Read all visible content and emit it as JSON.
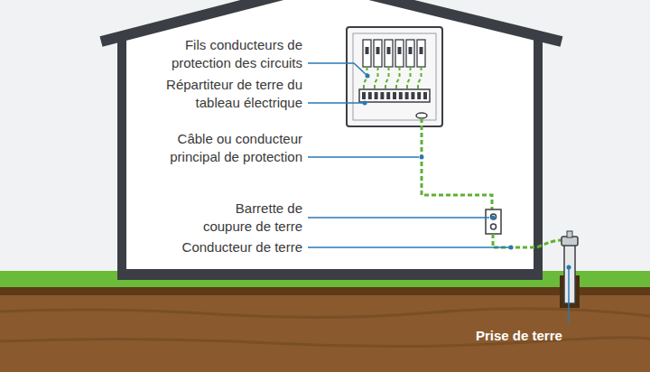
{
  "diagram": {
    "labels": [
      "Fils conducteurs de protection des circuits",
      "Répartiteur de terre du tableau électrique",
      "Câble ou conducteur principal de protection",
      "Barrette de coupure de terre",
      "Conducteur de terre",
      "Prise de terre"
    ]
  }
}
